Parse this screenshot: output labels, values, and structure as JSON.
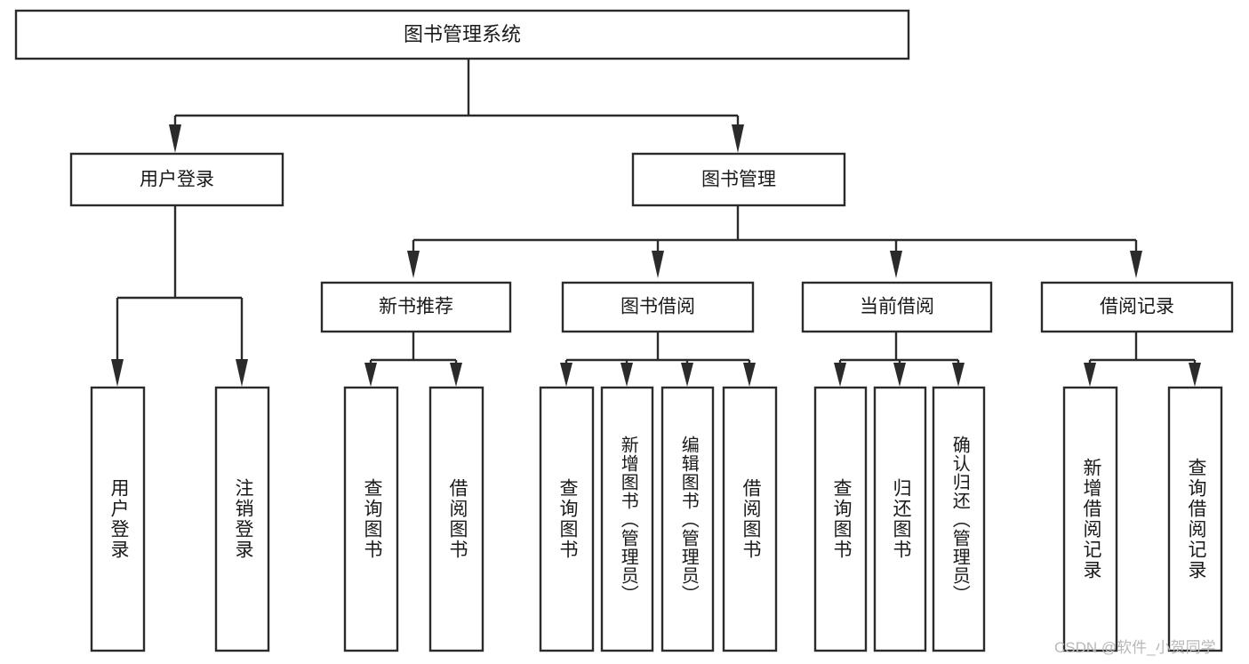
{
  "diagram": {
    "title": "图书管理系统",
    "type": "tree-hierarchy",
    "root": {
      "id": "root",
      "label": "图书管理系统"
    },
    "level1": [
      {
        "id": "user-login",
        "label": "用户登录"
      },
      {
        "id": "book-manage",
        "label": "图书管理"
      }
    ],
    "level2": [
      {
        "id": "new-book-recommend",
        "label": "新书推荐",
        "parent": "book-manage"
      },
      {
        "id": "book-borrow",
        "label": "图书借阅",
        "parent": "book-manage"
      },
      {
        "id": "current-borrow",
        "label": "当前借阅",
        "parent": "book-manage"
      },
      {
        "id": "borrow-record",
        "label": "借阅记录",
        "parent": "book-manage"
      }
    ],
    "leaves": [
      {
        "id": "leaf-user-login",
        "label": "用户登录",
        "parent": "user-login"
      },
      {
        "id": "leaf-logout-login",
        "label": "注销登录",
        "parent": "user-login"
      },
      {
        "id": "leaf-query-book-1",
        "label": "查询图书",
        "parent": "new-book-recommend"
      },
      {
        "id": "leaf-borrow-book-1",
        "label": "借阅图书",
        "parent": "new-book-recommend"
      },
      {
        "id": "leaf-query-book-2",
        "label": "查询图书",
        "parent": "book-borrow"
      },
      {
        "id": "leaf-add-book",
        "label": "新增图书（管理员）",
        "parent": "book-borrow"
      },
      {
        "id": "leaf-edit-book",
        "label": "编辑图书（管理员）",
        "parent": "book-borrow"
      },
      {
        "id": "leaf-borrow-book-2",
        "label": "借阅图书",
        "parent": "book-borrow"
      },
      {
        "id": "leaf-query-book-3",
        "label": "查询图书",
        "parent": "current-borrow"
      },
      {
        "id": "leaf-return-book",
        "label": "归还图书",
        "parent": "current-borrow"
      },
      {
        "id": "leaf-confirm-return",
        "label": "确认归还（管理员）",
        "parent": "current-borrow"
      },
      {
        "id": "leaf-add-record",
        "label": "新增借阅记录",
        "parent": "borrow-record"
      },
      {
        "id": "leaf-query-record",
        "label": "查询借阅记录",
        "parent": "borrow-record"
      }
    ],
    "colors": {
      "stroke": "#2b2b2b",
      "fill": "#ffffff",
      "text": "#1a1a1a",
      "watermark": "#b9b9b9",
      "background": "#ffffff"
    }
  },
  "watermark": {
    "text": "CSDN @软件_小贺同学"
  }
}
